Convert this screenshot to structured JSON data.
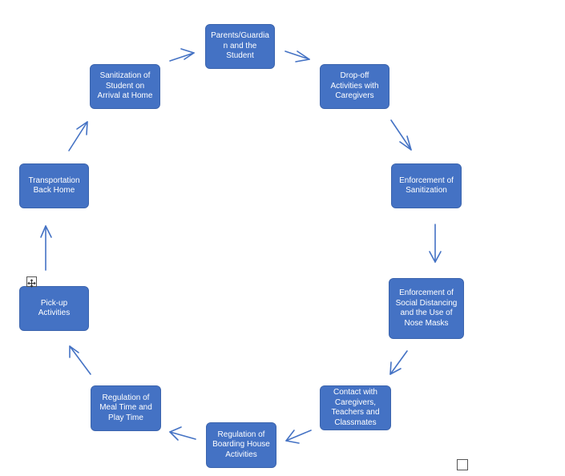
{
  "diagram": {
    "nodes": [
      {
        "id": "parents",
        "label": "Parents/Guardia\nn and the\nStudent"
      },
      {
        "id": "dropoff",
        "label": "Drop-off\nActivities with\nCaregivers"
      },
      {
        "id": "sanitization",
        "label": "Enforcement of\nSanitization"
      },
      {
        "id": "distancing",
        "label": "Enforcement of\nSocial Distancing\nand the Use of\nNose Masks"
      },
      {
        "id": "contact",
        "label": "Contact with\nCaregivers,\nTeachers and\nClassmates"
      },
      {
        "id": "boarding",
        "label": "Regulation of\nBoarding House\nActivities"
      },
      {
        "id": "mealtime",
        "label": "Regulation of\nMeal Time and\nPlay Time"
      },
      {
        "id": "pickup",
        "label": "Pick-up\nActivities"
      },
      {
        "id": "transport",
        "label": "Transportation\nBack Home"
      },
      {
        "id": "sanitize-home",
        "label": "Sanitization of\nStudent on\nArrival at Home"
      }
    ],
    "colors": {
      "node_fill": "#4472c4",
      "node_text": "#ffffff",
      "arrow": "#4472c4"
    },
    "icons": [
      "move-handle-icon",
      "resize-square-icon"
    ]
  }
}
